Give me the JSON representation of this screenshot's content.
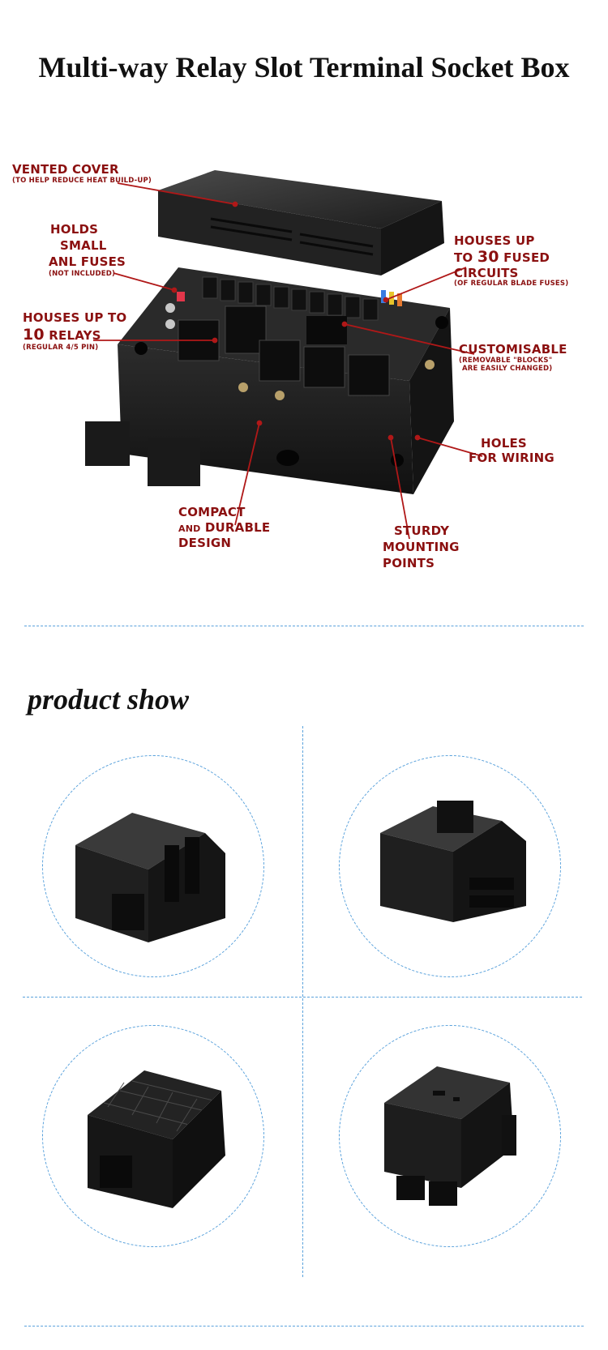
{
  "title": "Multi-way Relay Slot Terminal Socket Box",
  "callouts": {
    "vented_cover": {
      "main": "Vented cover",
      "sub": "(To help reduce heat build-up)"
    },
    "holds_fuses": {
      "line1": "Holds",
      "line2": "small",
      "line3": "ANL fuses",
      "sub": "(Not included)"
    },
    "houses_relays": {
      "line1": "Houses up to",
      "big": "10",
      "line2": "relays",
      "sub": "(Regular 4/5 pin)"
    },
    "houses_circuits": {
      "line1": "Houses up",
      "line2_pre": "to",
      "big": "30",
      "line2_post": "fused",
      "line3": "circuits",
      "sub": "(of regular blade fuses)"
    },
    "customisable": {
      "main": "Customisable",
      "sub1": "(Removable \"blocks\"",
      "sub2": "are easily changed)"
    },
    "holes_wiring": {
      "line1": "Holes",
      "line2": "for wiring"
    },
    "compact": {
      "line1": "Compact",
      "line2_small": "and",
      "line2": "durable",
      "line3": "design"
    },
    "mounting": {
      "line1": "Sturdy",
      "line2": "mounting",
      "line3": "points"
    }
  },
  "section": {
    "title": "product show"
  },
  "colors": {
    "callout": "#8b1010",
    "dashed": "#5aa2dc",
    "plastic": "#1e1e1e"
  }
}
